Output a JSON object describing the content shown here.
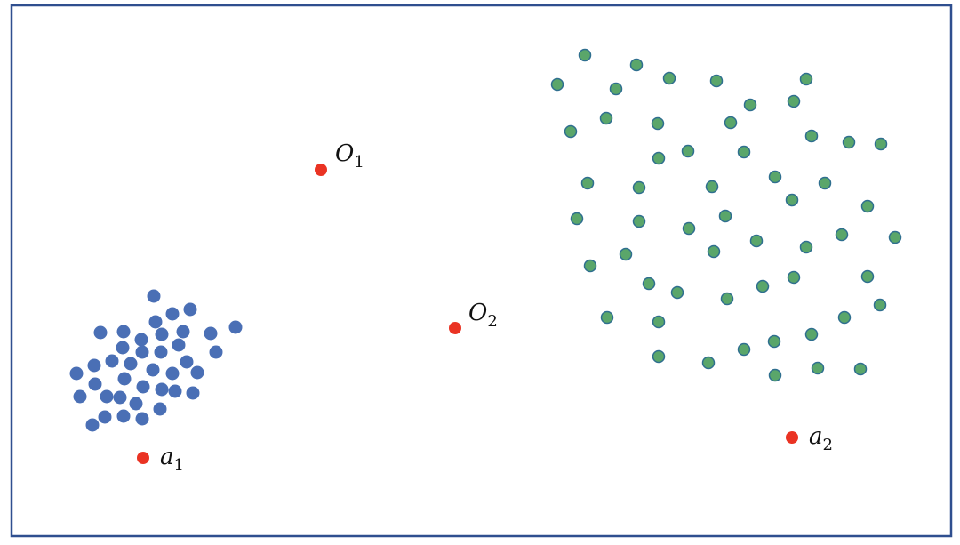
{
  "colors": {
    "border": "#2f4f8f",
    "cluster_1_fill": "#4a6fb5",
    "cluster_2_fill": "#5aa66a",
    "cluster_2_stroke": "#2f6f8f",
    "point_fill": "#ea3323"
  },
  "labels": {
    "o1": {
      "main": "O",
      "sub": "1"
    },
    "o2": {
      "main": "O",
      "sub": "2"
    },
    "a1": {
      "main": "a",
      "sub": "1"
    },
    "a2": {
      "main": "a",
      "sub": "2"
    }
  }
}
